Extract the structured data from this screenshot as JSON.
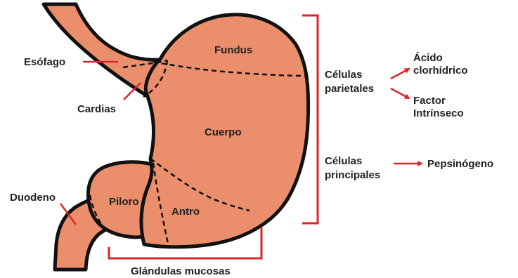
{
  "colors": {
    "tissue": "#ea8e6b",
    "outline": "#111111",
    "accent_red": "#d9262a",
    "text": "#222222"
  },
  "labels": {
    "esofago": "Esófago",
    "fundus": "Fundus",
    "cardias": "Cardias",
    "cuerpo": "Cuerpo",
    "duodeno": "Duodeno",
    "piloro": "Piloro",
    "antro": "Antro",
    "glandulas_mucosas": "Glándulas mucosas"
  },
  "cells": {
    "parietales": {
      "line1": "Células",
      "line2": "parietales"
    },
    "principales": {
      "line1": "Células",
      "line2": "principales"
    }
  },
  "secretions": {
    "acido": {
      "line1": "Ácido",
      "line2": "clorhídrico"
    },
    "factor": {
      "line1": "Factor",
      "line2": "Intrínseco"
    },
    "pepsinogeno": "Pepsinógeno"
  }
}
